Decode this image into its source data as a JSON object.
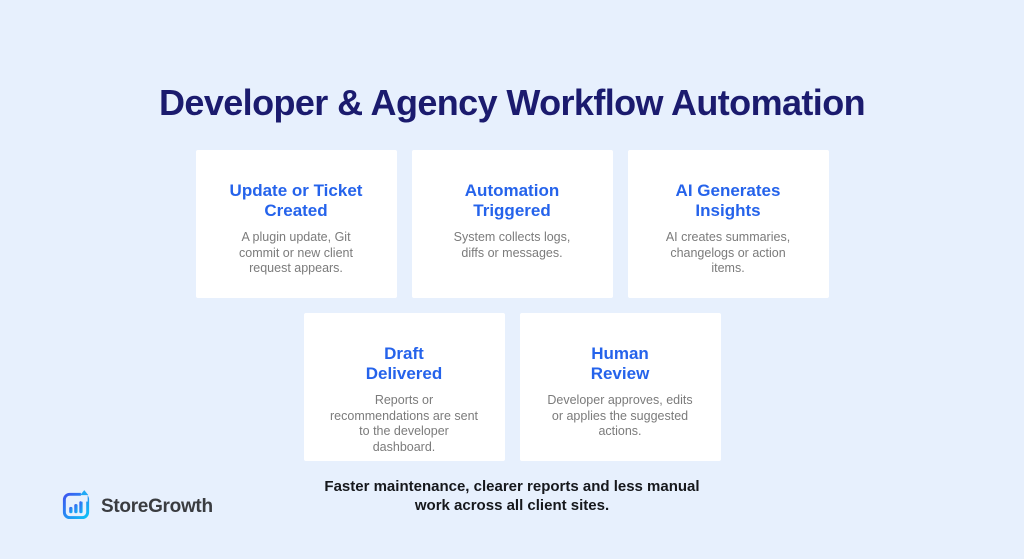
{
  "title": "Developer & Agency Workflow Automation",
  "cards": [
    {
      "heading": "Update or Ticket\nCreated",
      "body": "A plugin update, Git\ncommit or new client\nrequest appears."
    },
    {
      "heading": "Automation\nTriggered",
      "body": "System collects logs,\ndiffs or messages."
    },
    {
      "heading": "AI Generates\nInsights",
      "body": "AI creates summaries,\nchangelogs or action\nitems."
    },
    {
      "heading": "Draft\nDelivered",
      "body": "Reports or\nrecommendations are sent\nto the developer\ndashboard."
    },
    {
      "heading": "Human\nReview",
      "body": "Developer approves, edits\nor applies the suggested\nactions."
    }
  ],
  "footer": {
    "text": "Faster maintenance, clearer reports and less manual\nwork across all client sites."
  },
  "logo": {
    "name": "StoreGrowth",
    "icon": "bar-chart-growth-icon"
  },
  "colors": {
    "background": "#E7F0FD",
    "card_background": "#FFFFFF",
    "title": "#1B1B6E",
    "card_heading": "#2563EB",
    "card_body": "#7B7B7B",
    "footer_text": "#16181C",
    "logo_text": "#3A3C40",
    "logo_gradient_start": "#3D55F0",
    "logo_gradient_end": "#0EC3F7"
  }
}
